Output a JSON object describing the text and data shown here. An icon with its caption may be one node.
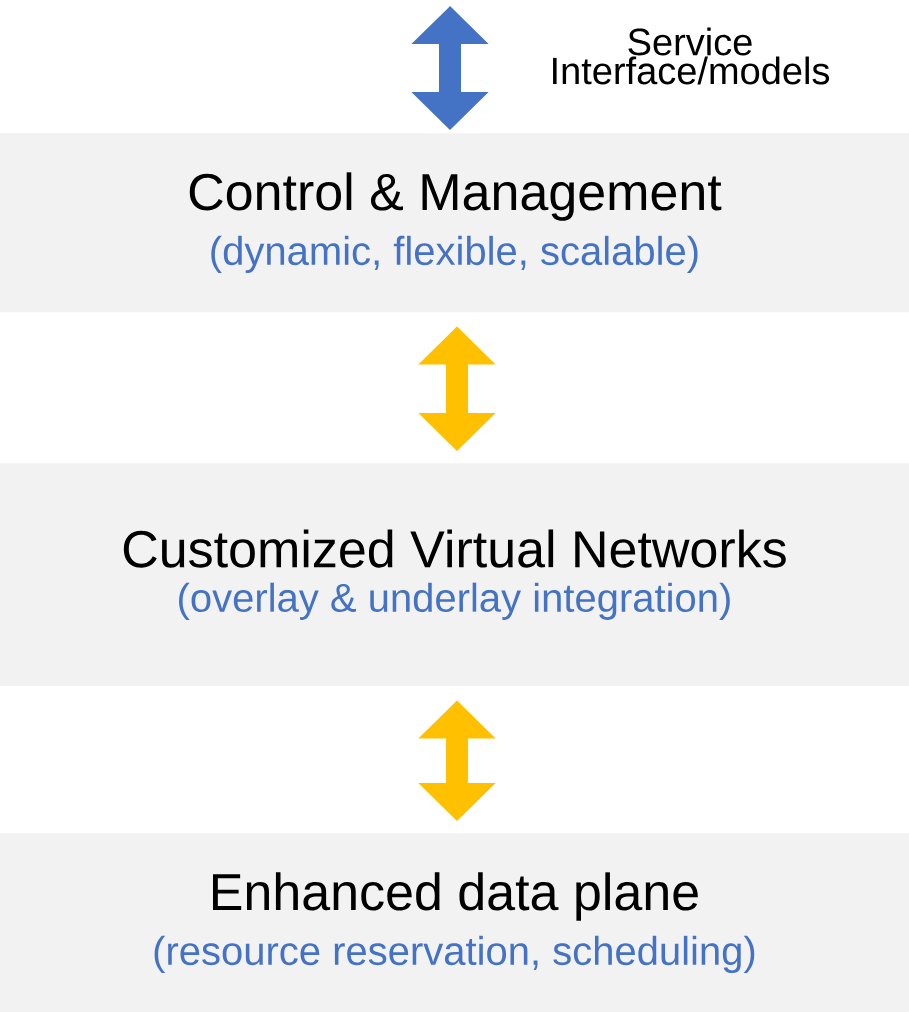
{
  "diagram": {
    "nodes": [
      {
        "text": [
          "Control & Management",
          "(dynamic, flexible, scalable)"
        ]
      },
      {
        "text": [
          "Customized Virtual Networks",
          "(overlay & underlay integration)"
        ]
      },
      {
        "text": [
          "Enhanced data plane",
          "(resource reservation, scheduling)"
        ]
      }
    ],
    "edges": [
      {
        "from": null,
        "to": 0,
        "arrow": "both",
        "label": "Service Interface/models",
        "color": "#4472c4"
      },
      {
        "from": 0,
        "to": 1,
        "arrow": "both"
      },
      {
        "from": 1,
        "to": 2,
        "arrow": "both"
      }
    ]
  }
}
